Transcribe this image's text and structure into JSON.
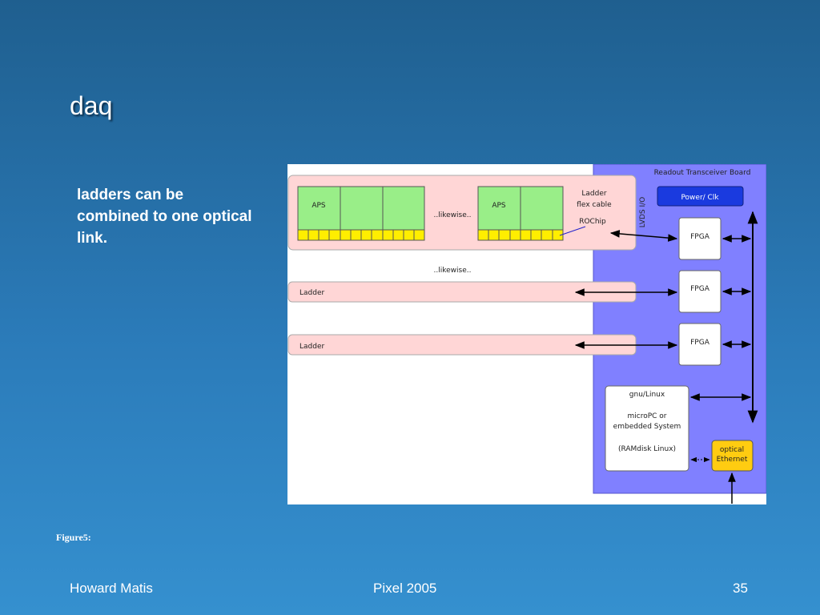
{
  "slide": {
    "title": "daq",
    "bullet": "ladders can be combined to one optical link.",
    "caption": "Figure5:",
    "footer": {
      "author": "Howard Matis",
      "event": "Pixel 2005",
      "page": "35"
    }
  },
  "diagram": {
    "board_label": "Readout Transceiver Board",
    "power_clk": "Power/ Clk",
    "lvds": "LVDS I/O",
    "fpga": "FPGA",
    "aps": "APS",
    "likewise": "..likewise..",
    "ladder_flex_1": "Ladder",
    "ladder_flex_2": "flex cable",
    "rochip": "ROChip",
    "ladder": "Ladder",
    "pc_line1": "gnu/Linux",
    "pc_line2": "microPC or",
    "pc_line3": "embedded System",
    "pc_line4": "(RAMdisk Linux)",
    "optical_line1": "optical",
    "optical_line2": "Ethernet"
  },
  "colors": {
    "board": "#8080ff",
    "ladder_bg": "#ffd6d6",
    "aps_green": "#99ee88",
    "rochip_yellow": "#ffee00",
    "power_box": "#1a3adf",
    "optical_box": "#ffcc11"
  }
}
